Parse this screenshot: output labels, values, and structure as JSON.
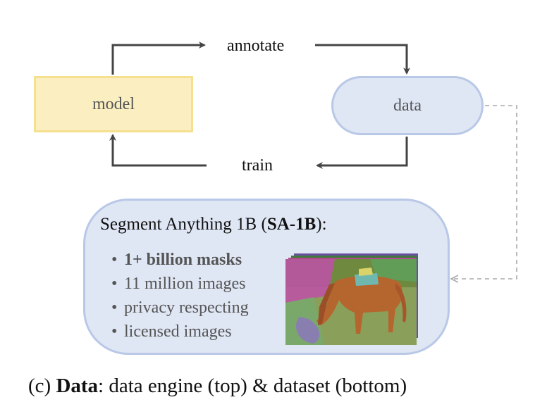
{
  "diagram": {
    "model_label": "model",
    "data_label": "data",
    "annotate_label": "annotate",
    "train_label": "train"
  },
  "dataset": {
    "title_prefix": "Segment Anything 1B (",
    "title_bold": "SA-1B",
    "title_suffix": "):",
    "bullet_char": "•",
    "bullets": [
      "1+ billion masks",
      "11 million images",
      "privacy respecting",
      "licensed images"
    ]
  },
  "caption": {
    "prefix": "(c) ",
    "bold": "Data",
    "rest": ": data engine (top) & dataset (bottom)"
  },
  "colors": {
    "model_fill": "#fbefc1",
    "model_border": "#f4e08f",
    "data_fill": "#dfe6f4",
    "data_border": "#b9c8e6",
    "arrow": "#444444",
    "dashed_arrow": "#aaaaaa"
  }
}
